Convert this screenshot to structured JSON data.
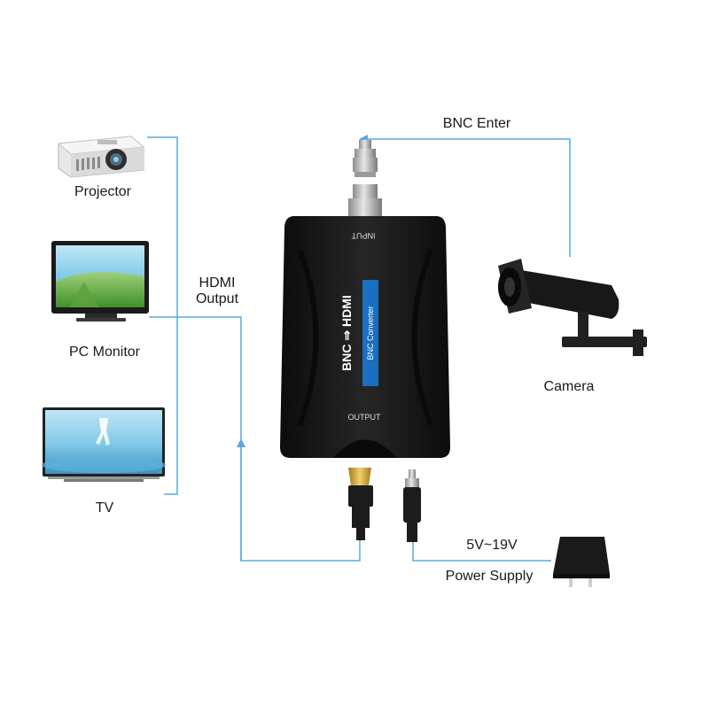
{
  "devices": {
    "projector_label": "Projector",
    "pc_monitor_label": "PC Monitor",
    "tv_label": "TV",
    "camera_label": "Camera",
    "power_adapter_label": "Power Supply"
  },
  "connections": {
    "bnc_label": "BNC Enter",
    "hdmi_label_line1": "HDMI",
    "hdmi_label_line2": "Output",
    "voltage_label": "5V~19V"
  },
  "converter": {
    "title": "BNC ⇒ HDMI",
    "subtitle": "BNC Converter",
    "input_port_label": "INPUT",
    "output_port_label": "OUTPUT"
  },
  "colors": {
    "line": "#5aa9dd",
    "device_body": "#161616",
    "label_strip": "#1a6fc2"
  }
}
